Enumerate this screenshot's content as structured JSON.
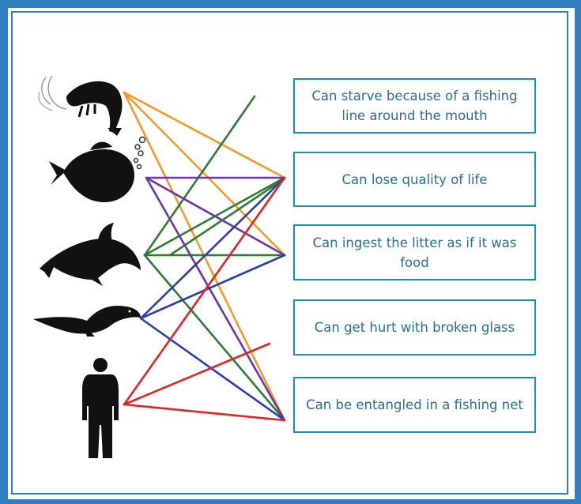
{
  "statements": [
    "Can starve because of a fishing line around the mouth",
    "Can lose quality of life",
    "Can ingest the litter as if it was food",
    "Can get hurt with broken glass",
    "Can be entangled in a fishing net"
  ],
  "animals": [
    "shrimp-icon",
    "fish-icon",
    "dolphin-icon",
    "seabird-icon",
    "person-icon"
  ],
  "colors": {
    "frame": "#2f7fc1",
    "box_border": "#1d8fb0",
    "box_text": "#2a6f91",
    "orange": "#f39a2b",
    "purple": "#6a36a8",
    "green": "#2e7d32",
    "blue": "#2b3db0",
    "red": "#e02424"
  }
}
